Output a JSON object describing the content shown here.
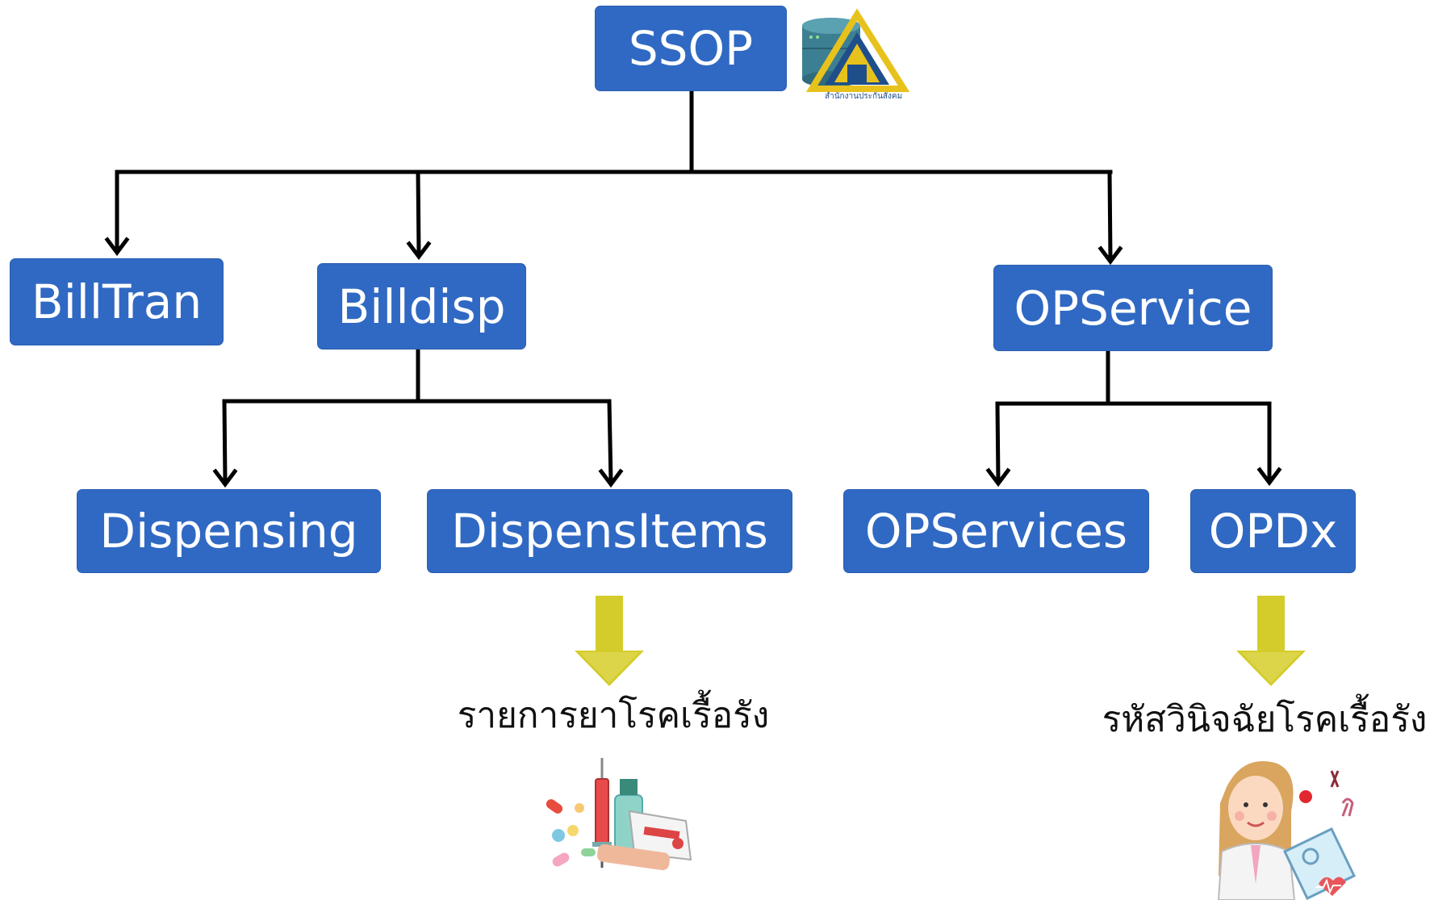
{
  "diagram": {
    "root": {
      "label": "SSOP"
    },
    "logo": {
      "caption": "สำนักงานประกันสังคม"
    },
    "level1": {
      "billtran": "BillTran",
      "billdisp": "Billdisp",
      "opservice": "OPService"
    },
    "level2": {
      "dispensing": "Dispensing",
      "dispensitems": "DispensItems",
      "opservices": "OPServices",
      "opdx": "OPDx"
    },
    "outputs": {
      "drug_list": "รายการยาโรคเรื้อรัง",
      "diagnosis_codes": "รหัสวินิจฉัยโรคเรื้อรัง"
    },
    "colors": {
      "node_fill": "#3069c3",
      "node_text": "#ffffff",
      "connector": "#000000",
      "highlight_arrow": "#d4cc2a"
    }
  }
}
